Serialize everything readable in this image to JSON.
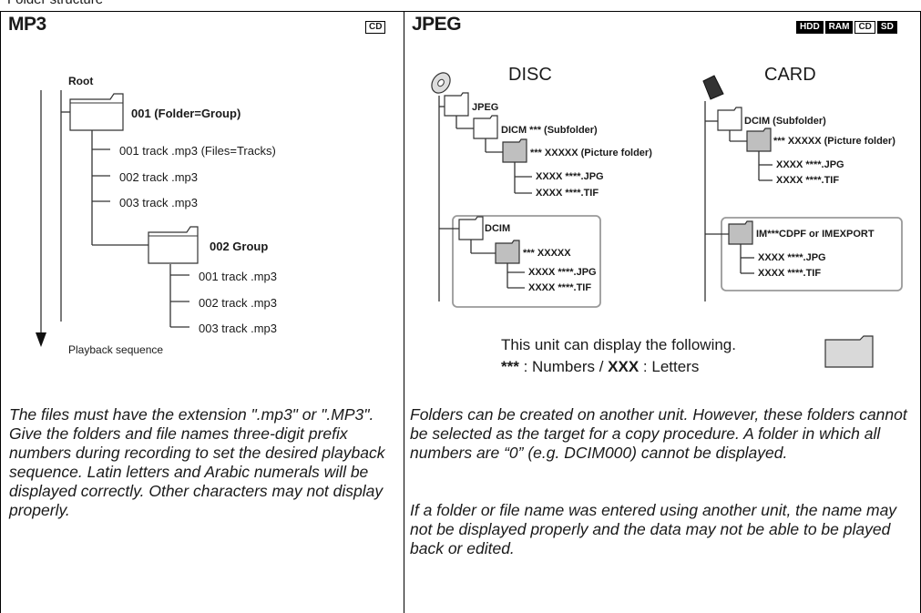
{
  "page_heading_cut": "Folder structure",
  "mp3": {
    "title": "MP3",
    "badge": "CD",
    "root": "Root",
    "folder1": "001 (Folder=Group)",
    "tracks1": [
      "001 track .mp3 (Files=Tracks)",
      "002 track .mp3",
      "003 track .mp3"
    ],
    "folder2": "002 Group",
    "tracks2": [
      "001 track .mp3",
      "002 track .mp3",
      "003 track .mp3"
    ],
    "playback": "Playback sequence",
    "note": "The files must have the extension \".mp3\" or \".MP3\". Give the folders and file names three-digit prefix numbers during recording to set the desired playback sequence. Latin letters and Arabic numerals will be displayed correctly. Other characters may not display properly."
  },
  "jpeg": {
    "title": "JPEG",
    "badges": [
      {
        "text": "HDD",
        "inverted": true
      },
      {
        "text": "RAM",
        "inverted": true
      },
      {
        "text": "CD",
        "inverted": false
      },
      {
        "text": "SD",
        "inverted": true
      }
    ],
    "disc": {
      "heading": "DISC",
      "jpeg_folder": "JPEG",
      "dcim_sub": "DICM *** (Subfolder)",
      "picture_folder": "*** XXXXX (Picture folder)",
      "files1": [
        "XXXX ****.JPG",
        "XXXX ****.TIF"
      ],
      "dcim": "DCIM",
      "folder_x": "*** XXXXX",
      "files2": [
        "XXXX ****.JPG",
        "XXXX ****.TIF"
      ]
    },
    "card": {
      "heading": "CARD",
      "dcim_sub": "DCIM (Subfolder)",
      "picture_folder": "*** XXXXX (Picture folder)",
      "files1": [
        "XXXX ****.JPG",
        "XXXX ****.TIF"
      ],
      "imexport": "IM***CDPF or IMEXPORT",
      "files2": [
        "XXXX ****.JPG",
        "XXXX ****.TIF"
      ]
    },
    "legend_line1": "This unit can display the following.",
    "legend_stars": "***",
    "legend_mid": " : Numbers / ",
    "legend_xxx": "XXX",
    "legend_end": " : Letters",
    "note1": "Folders can be created on another unit. However, these folders cannot be selected as the target for a copy procedure. A folder in which all numbers are “0” (e.g. DCIM000) cannot be displayed.",
    "note2": "If a folder or file name was entered using another unit, the name may not be displayed properly and the data may not be able to be played back or edited."
  }
}
